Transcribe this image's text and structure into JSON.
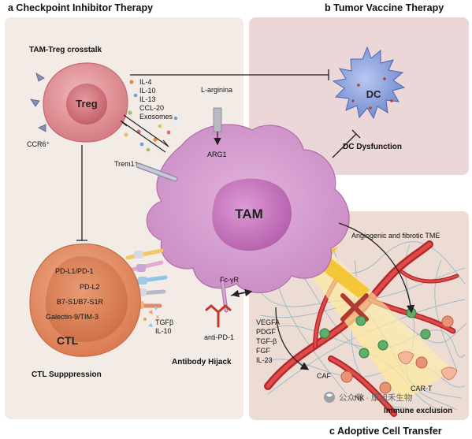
{
  "panels": {
    "a_title": "a Checkpoint Inhibitor Therapy",
    "b_title": "b Tumor Vaccine Therapy",
    "c_title": "c Adoptive Cell Transfer"
  },
  "sections": {
    "tam_treg": "TAM-Treg crosstalk",
    "ctl_suppression": "CTL Supppression",
    "antibody_hijack": "Antibody Hijack",
    "dc_dysfunction": "DC Dysfunction",
    "angiogenic": "Angiogenic and fibrotic TME",
    "immune_exclusion": "Immune exclusion"
  },
  "cells": {
    "treg": "Treg",
    "tam": "TAM",
    "dc": "DC",
    "ctl": "CTL",
    "caf": "CAF",
    "nk": "NK",
    "car_t": "CAR-T"
  },
  "labels": {
    "ccr6": "CCR6⁺",
    "trem1": "Trem1⁺",
    "l_arginina": "L-arginina",
    "arg1": "ARG1",
    "fc_gamma_r": "Fc-γR",
    "anti_pd1": "anti-PD-1"
  },
  "treg_secretions": [
    "IL-4",
    "IL-10",
    "IL-13",
    "CCL-20",
    "Exosomes"
  ],
  "checkpoints": [
    "PD-L1/PD-1",
    "PD-L2",
    "B7-S1/B7-S1R",
    "Galectin-9/TIM-3"
  ],
  "ctl_factors": [
    "TGFβ",
    "IL-10"
  ],
  "tme_factors": [
    "VEGFA",
    "PDGF",
    "TGF-β",
    "FGF",
    "IL-23"
  ],
  "watermark": "公众号 · 康旭禾生物",
  "colors": {
    "panel_a_bg": "#f3ece6",
    "panel_b_bg": "#ecd7d8",
    "panel_c_bg": "#ecdcd4",
    "tam": "#cf8fca",
    "treg": "#d97f87",
    "ctl": "#e39069",
    "dc": "#7f97d6"
  }
}
